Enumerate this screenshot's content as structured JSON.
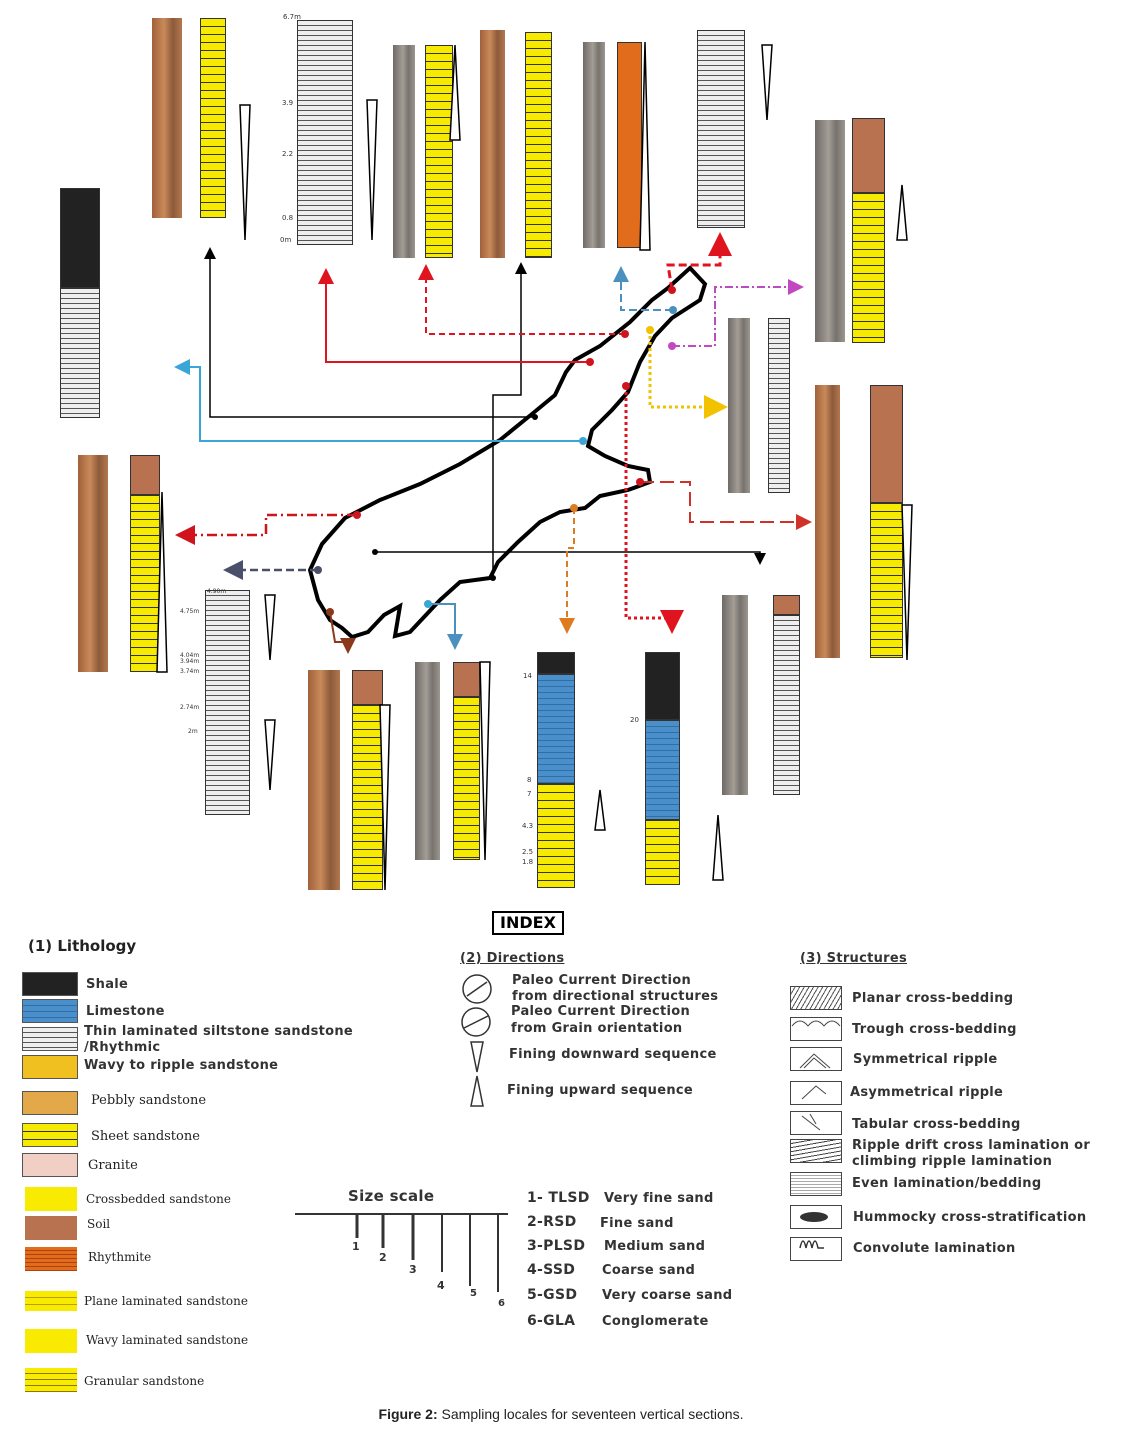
{
  "figure": {
    "caption_label": "Figure 2:",
    "caption_text": " Sampling locales for seventeen vertical sections."
  },
  "section_labels": {
    "s2_top": "6.7m",
    "s2_a": "3.9",
    "s2_b": "2.2",
    "s2_c": "0.8",
    "s2_base": "0m",
    "s12_top": "4.90m",
    "s12_a": "4.75m",
    "s12_b": "4.04m",
    "s12_c": "3.94m",
    "s12_d": "3.74m",
    "s12_e": "2.74m",
    "s12_f": "2m",
    "s15_a": "14",
    "s15_b": "8",
    "s15_c": "7",
    "s15_d": "4.3",
    "s15_e": "2.5",
    "s15_f": "1.8",
    "s16_a": "20"
  },
  "index": {
    "title": "INDEX",
    "lithology": {
      "heading": "(1) Lithology",
      "items": [
        "Shale",
        "Limestone",
        "Thin laminated siltstone sandstone",
        "/Rhythmic",
        "Wavy to ripple sandstone",
        "Pebbly sandstone",
        "Sheet sandstone",
        "Granite",
        "Crossbedded sandstone",
        "Soil",
        "Rhythmite",
        "Plane laminated sandstone",
        "Wavy laminated sandstone",
        "Granular sandstone"
      ]
    },
    "directions": {
      "heading": "(2)   Directions",
      "items": [
        "Paleo Current Direction",
        "from directional structures",
        "Paleo Current Direction",
        "from Grain orientation",
        "Fining downward sequence",
        "Fining upward sequence"
      ]
    },
    "structures": {
      "heading": "(3)   Structures",
      "items": [
        "Planar cross-bedding",
        "Trough cross-bedding",
        "Symmetrical ripple",
        "Asymmetrical ripple",
        "Tabular cross-bedding",
        "Ripple drift cross lamination or",
        "climbing ripple lamination",
        "Even lamination/bedding",
        "Hummocky cross-stratification",
        "Convolute lamination"
      ]
    },
    "size_scale": {
      "heading": "Size scale",
      "ticks": [
        "1",
        "2",
        "3",
        "4",
        "5",
        "6"
      ],
      "codes": [
        "1- TLSD",
        "2-RSD",
        "3-PLSD",
        "4-SSD",
        "5-GSD",
        "6-GLA"
      ],
      "names": [
        "Very fine sand",
        "Fine sand",
        "Medium sand",
        "Coarse sand",
        "Very coarse sand",
        "Conglomerate"
      ]
    }
  },
  "colors": {
    "red": "#e0141e",
    "blue": "#3aa6d8",
    "magenta": "#c248c2",
    "yellow": "#f2c200",
    "orange": "#e07a1e",
    "brown": "#8a3a1a",
    "steel": "#4a90c0",
    "slate": "#4a4f6a"
  }
}
